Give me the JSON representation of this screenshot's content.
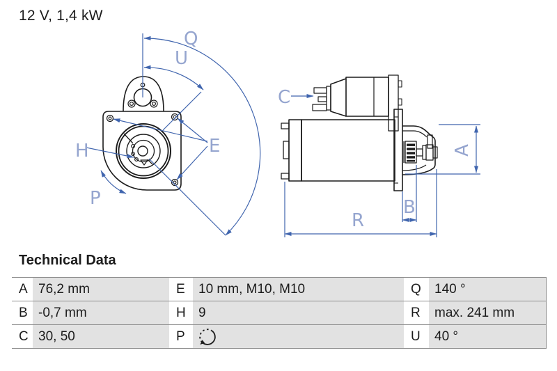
{
  "title": "12 V, 1,4 kW",
  "diagram": {
    "labels": {
      "Q": "Q",
      "U": "U",
      "E": "E",
      "H": "H",
      "P": "P",
      "C": "C",
      "A": "A",
      "B": "B",
      "R": "R"
    },
    "colors": {
      "dimension_line_blue": "#4065ae",
      "dimension_label_blue": "#95a5cf",
      "drawing_black": "#1c1c1c"
    }
  },
  "table": {
    "heading": "Technical Data",
    "cell_background": "#e2e2e2",
    "rows": [
      {
        "cells": [
          {
            "key": "A",
            "value": "76,2 mm"
          },
          {
            "key": "E",
            "value": "10 mm, M10, M10"
          },
          {
            "key": "Q",
            "value": "140 °"
          }
        ]
      },
      {
        "cells": [
          {
            "key": "B",
            "value": "-0,7 mm"
          },
          {
            "key": "H",
            "value": "9"
          },
          {
            "key": "R",
            "value": "max. 241 mm"
          }
        ]
      },
      {
        "cells": [
          {
            "key": "C",
            "value": "30, 50"
          },
          {
            "key": "P",
            "value": "",
            "value_icon": "rotation-ccw-icon"
          },
          {
            "key": "U",
            "value": "40 °"
          }
        ]
      }
    ]
  }
}
